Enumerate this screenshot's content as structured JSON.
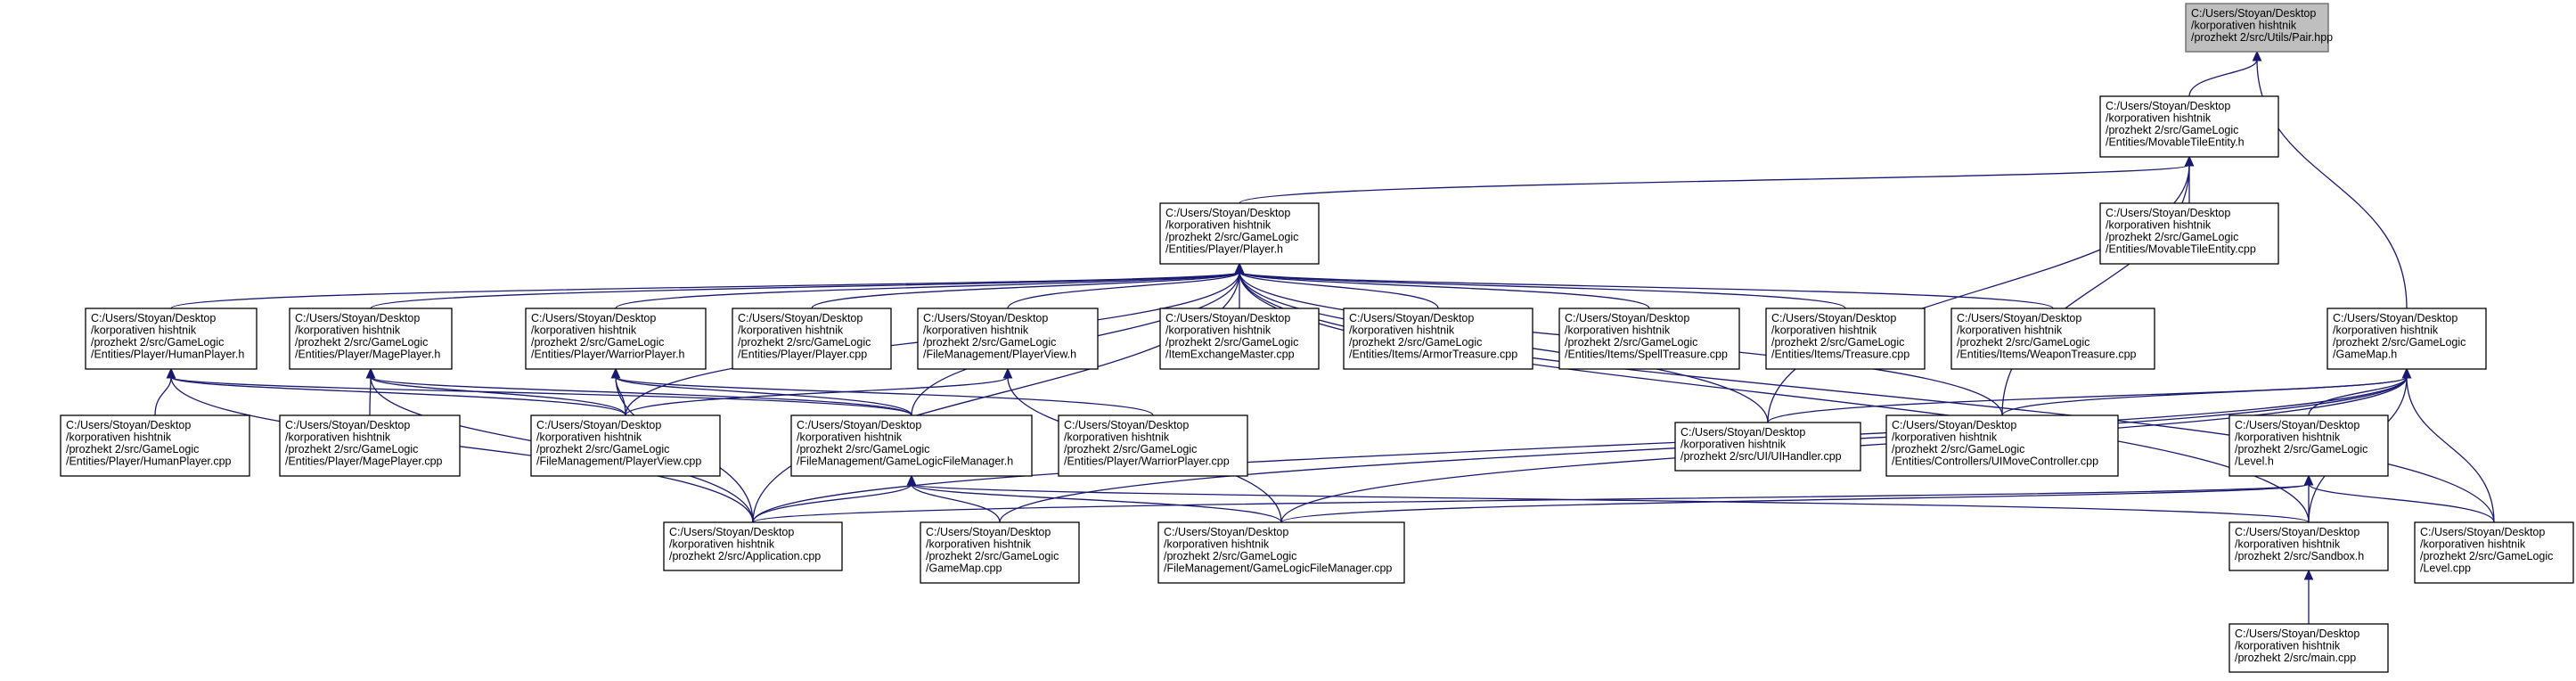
{
  "diagram": {
    "nodes": [
      {
        "id": "pair",
        "root": true,
        "lines": [
          "C:/Users/Stoyan/Desktop",
          "/korporativen hishtnik",
          "/prozhekt 2/src/Utils/Pair.hpp"
        ]
      },
      {
        "id": "movable_h",
        "lines": [
          "C:/Users/Stoyan/Desktop",
          "/korporativen hishtnik",
          "/prozhekt 2/src/GameLogic",
          "/Entities/MovableTileEntity.h"
        ]
      },
      {
        "id": "movable_cpp",
        "lines": [
          "C:/Users/Stoyan/Desktop",
          "/korporativen hishtnik",
          "/prozhekt 2/src/GameLogic",
          "/Entities/MovableTileEntity.cpp"
        ]
      },
      {
        "id": "player_h",
        "lines": [
          "C:/Users/Stoyan/Desktop",
          "/korporativen hishtnik",
          "/prozhekt 2/src/GameLogic",
          "/Entities/Player/Player.h"
        ]
      },
      {
        "id": "human_h",
        "lines": [
          "C:/Users/Stoyan/Desktop",
          "/korporativen hishtnik",
          "/prozhekt 2/src/GameLogic",
          "/Entities/Player/HumanPlayer.h"
        ]
      },
      {
        "id": "mage_h",
        "lines": [
          "C:/Users/Stoyan/Desktop",
          "/korporativen hishtnik",
          "/prozhekt 2/src/GameLogic",
          "/Entities/Player/MagePlayer.h"
        ]
      },
      {
        "id": "warrior_h",
        "lines": [
          "C:/Users/Stoyan/Desktop",
          "/korporativen hishtnik",
          "/prozhekt 2/src/GameLogic",
          "/Entities/Player/WarriorPlayer.h"
        ]
      },
      {
        "id": "player_cpp",
        "lines": [
          "C:/Users/Stoyan/Desktop",
          "/korporativen hishtnik",
          "/prozhekt 2/src/GameLogic",
          "/Entities/Player/Player.cpp"
        ]
      },
      {
        "id": "playerview_h",
        "lines": [
          "C:/Users/Stoyan/Desktop",
          "/korporativen hishtnik",
          "/prozhekt 2/src/GameLogic",
          "/FileManagement/PlayerView.h"
        ]
      },
      {
        "id": "itemexchange_cpp",
        "lines": [
          "C:/Users/Stoyan/Desktop",
          "/korporativen hishtnik",
          "/prozhekt 2/src/GameLogic",
          "/ItemExchangeMaster.cpp"
        ]
      },
      {
        "id": "armor_cpp",
        "lines": [
          "C:/Users/Stoyan/Desktop",
          "/korporativen hishtnik",
          "/prozhekt 2/src/GameLogic",
          "/Entities/Items/ArmorTreasure.cpp"
        ]
      },
      {
        "id": "spell_cpp",
        "lines": [
          "C:/Users/Stoyan/Desktop",
          "/korporativen hishtnik",
          "/prozhekt 2/src/GameLogic",
          "/Entities/Items/SpellTreasure.cpp"
        ]
      },
      {
        "id": "treasure_cpp",
        "lines": [
          "C:/Users/Stoyan/Desktop",
          "/korporativen hishtnik",
          "/prozhekt 2/src/GameLogic",
          "/Entities/Items/Treasure.cpp"
        ]
      },
      {
        "id": "weapon_cpp",
        "lines": [
          "C:/Users/Stoyan/Desktop",
          "/korporativen hishtnik",
          "/prozhekt 2/src/GameLogic",
          "/Entities/Items/WeaponTreasure.cpp"
        ]
      },
      {
        "id": "gamemap_h",
        "lines": [
          "C:/Users/Stoyan/Desktop",
          "/korporativen hishtnik",
          "/prozhekt 2/src/GameLogic",
          "/GameMap.h"
        ]
      },
      {
        "id": "human_cpp",
        "lines": [
          "C:/Users/Stoyan/Desktop",
          "/korporativen hishtnik",
          "/prozhekt 2/src/GameLogic",
          "/Entities/Player/HumanPlayer.cpp"
        ]
      },
      {
        "id": "mage_cpp",
        "lines": [
          "C:/Users/Stoyan/Desktop",
          "/korporativen hishtnik",
          "/prozhekt 2/src/GameLogic",
          "/Entities/Player/MagePlayer.cpp"
        ]
      },
      {
        "id": "playerview_cpp",
        "lines": [
          "C:/Users/Stoyan/Desktop",
          "/korporativen hishtnik",
          "/prozhekt 2/src/GameLogic",
          "/FileManagement/PlayerView.cpp"
        ]
      },
      {
        "id": "glfm_h",
        "lines": [
          "C:/Users/Stoyan/Desktop",
          "/korporativen hishtnik",
          "/prozhekt 2/src/GameLogic",
          "/FileManagement/GameLogicFileManager.h"
        ]
      },
      {
        "id": "warrior_cpp",
        "lines": [
          "C:/Users/Stoyan/Desktop",
          "/korporativen hishtnik",
          "/prozhekt 2/src/GameLogic",
          "/Entities/Player/WarriorPlayer.cpp"
        ]
      },
      {
        "id": "uihandler_cpp",
        "lines": [
          "C:/Users/Stoyan/Desktop",
          "/korporativen hishtnik",
          "/prozhekt 2/src/UI/UIHandler.cpp"
        ]
      },
      {
        "id": "uimove_cpp",
        "lines": [
          "C:/Users/Stoyan/Desktop",
          "/korporativen hishtnik",
          "/prozhekt 2/src/GameLogic",
          "/Entities/Controllers/UIMoveController.cpp"
        ]
      },
      {
        "id": "level_h",
        "lines": [
          "C:/Users/Stoyan/Desktop",
          "/korporativen hishtnik",
          "/prozhekt 2/src/GameLogic",
          "/Level.h"
        ]
      },
      {
        "id": "application_cpp",
        "lines": [
          "C:/Users/Stoyan/Desktop",
          "/korporativen hishtnik",
          "/prozhekt 2/src/Application.cpp"
        ]
      },
      {
        "id": "gamemap_cpp",
        "lines": [
          "C:/Users/Stoyan/Desktop",
          "/korporativen hishtnik",
          "/prozhekt 2/src/GameLogic",
          "/GameMap.cpp"
        ]
      },
      {
        "id": "glfm_cpp",
        "lines": [
          "C:/Users/Stoyan/Desktop",
          "/korporativen hishtnik",
          "/prozhekt 2/src/GameLogic",
          "/FileManagement/GameLogicFileManager.cpp"
        ]
      },
      {
        "id": "sandbox_h",
        "lines": [
          "C:/Users/Stoyan/Desktop",
          "/korporativen hishtnik",
          "/prozhekt 2/src/Sandbox.h"
        ]
      },
      {
        "id": "level_cpp",
        "lines": [
          "C:/Users/Stoyan/Desktop",
          "/korporativen hishtnik",
          "/prozhekt 2/src/GameLogic",
          "/Level.cpp"
        ]
      },
      {
        "id": "main_cpp",
        "lines": [
          "C:/Users/Stoyan/Desktop",
          "/korporativen hishtnik",
          "/prozhekt 2/src/main.cpp"
        ]
      }
    ],
    "edges": [
      [
        "movable_h",
        "pair"
      ],
      [
        "gamemap_h",
        "pair"
      ],
      [
        "player_h",
        "movable_h"
      ],
      [
        "movable_cpp",
        "movable_h"
      ],
      [
        "uihandler_cpp",
        "movable_h"
      ],
      [
        "uimove_cpp",
        "movable_h"
      ],
      [
        "human_h",
        "player_h"
      ],
      [
        "mage_h",
        "player_h"
      ],
      [
        "warrior_h",
        "player_h"
      ],
      [
        "player_cpp",
        "player_h"
      ],
      [
        "playerview_h",
        "player_h"
      ],
      [
        "itemexchange_cpp",
        "player_h"
      ],
      [
        "armor_cpp",
        "player_h"
      ],
      [
        "spell_cpp",
        "player_h"
      ],
      [
        "treasure_cpp",
        "player_h"
      ],
      [
        "weapon_cpp",
        "player_h"
      ],
      [
        "glfm_h",
        "player_h"
      ],
      [
        "application_cpp",
        "player_h"
      ],
      [
        "playerview_cpp",
        "player_h"
      ],
      [
        "uihandler_cpp",
        "player_h"
      ],
      [
        "uimove_cpp",
        "player_h"
      ],
      [
        "sandbox_h",
        "player_h"
      ],
      [
        "level_cpp",
        "player_h"
      ],
      [
        "human_cpp",
        "human_h"
      ],
      [
        "application_cpp",
        "human_h"
      ],
      [
        "glfm_h",
        "human_h"
      ],
      [
        "playerview_cpp",
        "human_h"
      ],
      [
        "mage_cpp",
        "mage_h"
      ],
      [
        "application_cpp",
        "mage_h"
      ],
      [
        "glfm_h",
        "mage_h"
      ],
      [
        "playerview_cpp",
        "mage_h"
      ],
      [
        "warrior_cpp",
        "warrior_h"
      ],
      [
        "application_cpp",
        "warrior_h"
      ],
      [
        "glfm_h",
        "warrior_h"
      ],
      [
        "playerview_cpp",
        "warrior_h"
      ],
      [
        "playerview_cpp",
        "playerview_h"
      ],
      [
        "glfm_cpp",
        "playerview_h"
      ],
      [
        "application_cpp",
        "glfm_h"
      ],
      [
        "gamemap_cpp",
        "glfm_h"
      ],
      [
        "glfm_cpp",
        "glfm_h"
      ],
      [
        "sandbox_h",
        "glfm_h"
      ],
      [
        "level_h",
        "gamemap_h"
      ],
      [
        "uihandler_cpp",
        "gamemap_h"
      ],
      [
        "uimove_cpp",
        "gamemap_h"
      ],
      [
        "application_cpp",
        "gamemap_h"
      ],
      [
        "gamemap_cpp",
        "gamemap_h"
      ],
      [
        "glfm_cpp",
        "gamemap_h"
      ],
      [
        "sandbox_h",
        "gamemap_h"
      ],
      [
        "level_cpp",
        "gamemap_h"
      ],
      [
        "sandbox_h",
        "level_h"
      ],
      [
        "level_cpp",
        "level_h"
      ],
      [
        "application_cpp",
        "level_h"
      ],
      [
        "glfm_cpp",
        "level_h"
      ],
      [
        "main_cpp",
        "sandbox_h"
      ]
    ]
  }
}
